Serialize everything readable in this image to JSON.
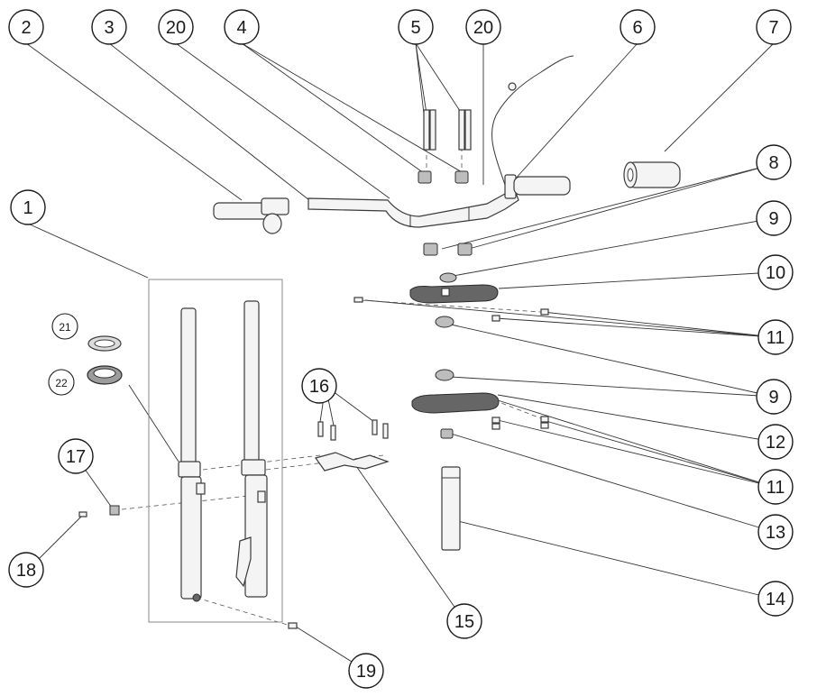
{
  "diagram": {
    "callouts": [
      {
        "id": "c2",
        "label": "2"
      },
      {
        "id": "c3",
        "label": "3"
      },
      {
        "id": "c20a",
        "label": "20"
      },
      {
        "id": "c4",
        "label": "4"
      },
      {
        "id": "c5",
        "label": "5"
      },
      {
        "id": "c20b",
        "label": "20"
      },
      {
        "id": "c6",
        "label": "6"
      },
      {
        "id": "c7",
        "label": "7"
      },
      {
        "id": "c8",
        "label": "8"
      },
      {
        "id": "c1",
        "label": "1"
      },
      {
        "id": "c9a",
        "label": "9"
      },
      {
        "id": "c10",
        "label": "10"
      },
      {
        "id": "c11a",
        "label": "11"
      },
      {
        "id": "c21",
        "label": "21"
      },
      {
        "id": "c22",
        "label": "22"
      },
      {
        "id": "c16",
        "label": "16"
      },
      {
        "id": "c9b",
        "label": "9"
      },
      {
        "id": "c12",
        "label": "12"
      },
      {
        "id": "c17",
        "label": "17"
      },
      {
        "id": "c11b",
        "label": "11"
      },
      {
        "id": "c13",
        "label": "13"
      },
      {
        "id": "c18",
        "label": "18"
      },
      {
        "id": "c14",
        "label": "14"
      },
      {
        "id": "c15",
        "label": "15"
      },
      {
        "id": "c19",
        "label": "19"
      }
    ]
  }
}
